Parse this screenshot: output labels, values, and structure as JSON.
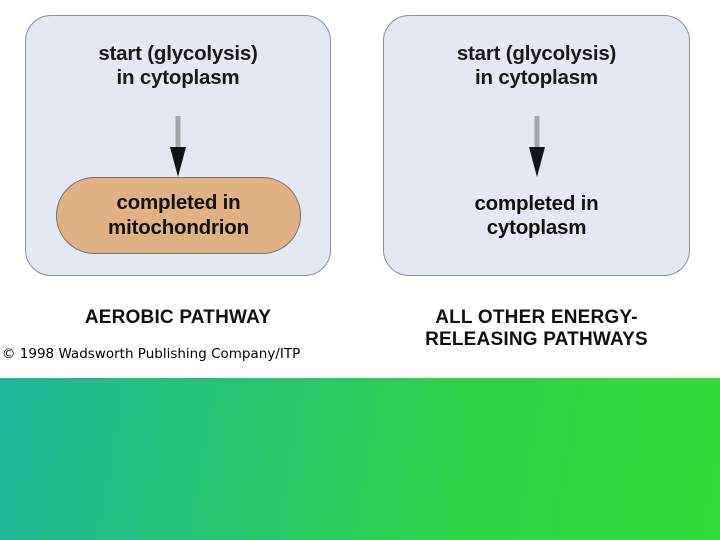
{
  "figure": {
    "panels": [
      {
        "id": "aerobic",
        "start_label": "start (glycolysis)\nin cytoplasm",
        "arrow_icon": "down-arrow-icon",
        "inner_box": {
          "type": "pill",
          "label": "completed in\nmitochondrion",
          "fill_color": "#e0b183",
          "border_color": "#6d6f74"
        },
        "caption": "AEROBIC PATHWAY",
        "panel_fill": "#e3e8f2",
        "panel_border": "#8a8f9c"
      },
      {
        "id": "anaerobic",
        "start_label": "start (glycolysis)\nin cytoplasm",
        "arrow_icon": "down-arrow-icon",
        "inner_box": {
          "type": "text",
          "label": "completed in\ncytoplasm",
          "fill_color": "none",
          "border_color": "none"
        },
        "caption": "ALL OTHER ENERGY-\nRELEASING PATHWAYS",
        "panel_fill": "#e3e8f2",
        "panel_border": "#8a8f9c"
      }
    ],
    "copyright": "© 1998 Wadsworth Publishing Company/ITP",
    "background_color": "#ffffff"
  },
  "footer_band": {
    "gradient_start_color": "#1fb79b",
    "gradient_end_color": "#33dc38"
  }
}
